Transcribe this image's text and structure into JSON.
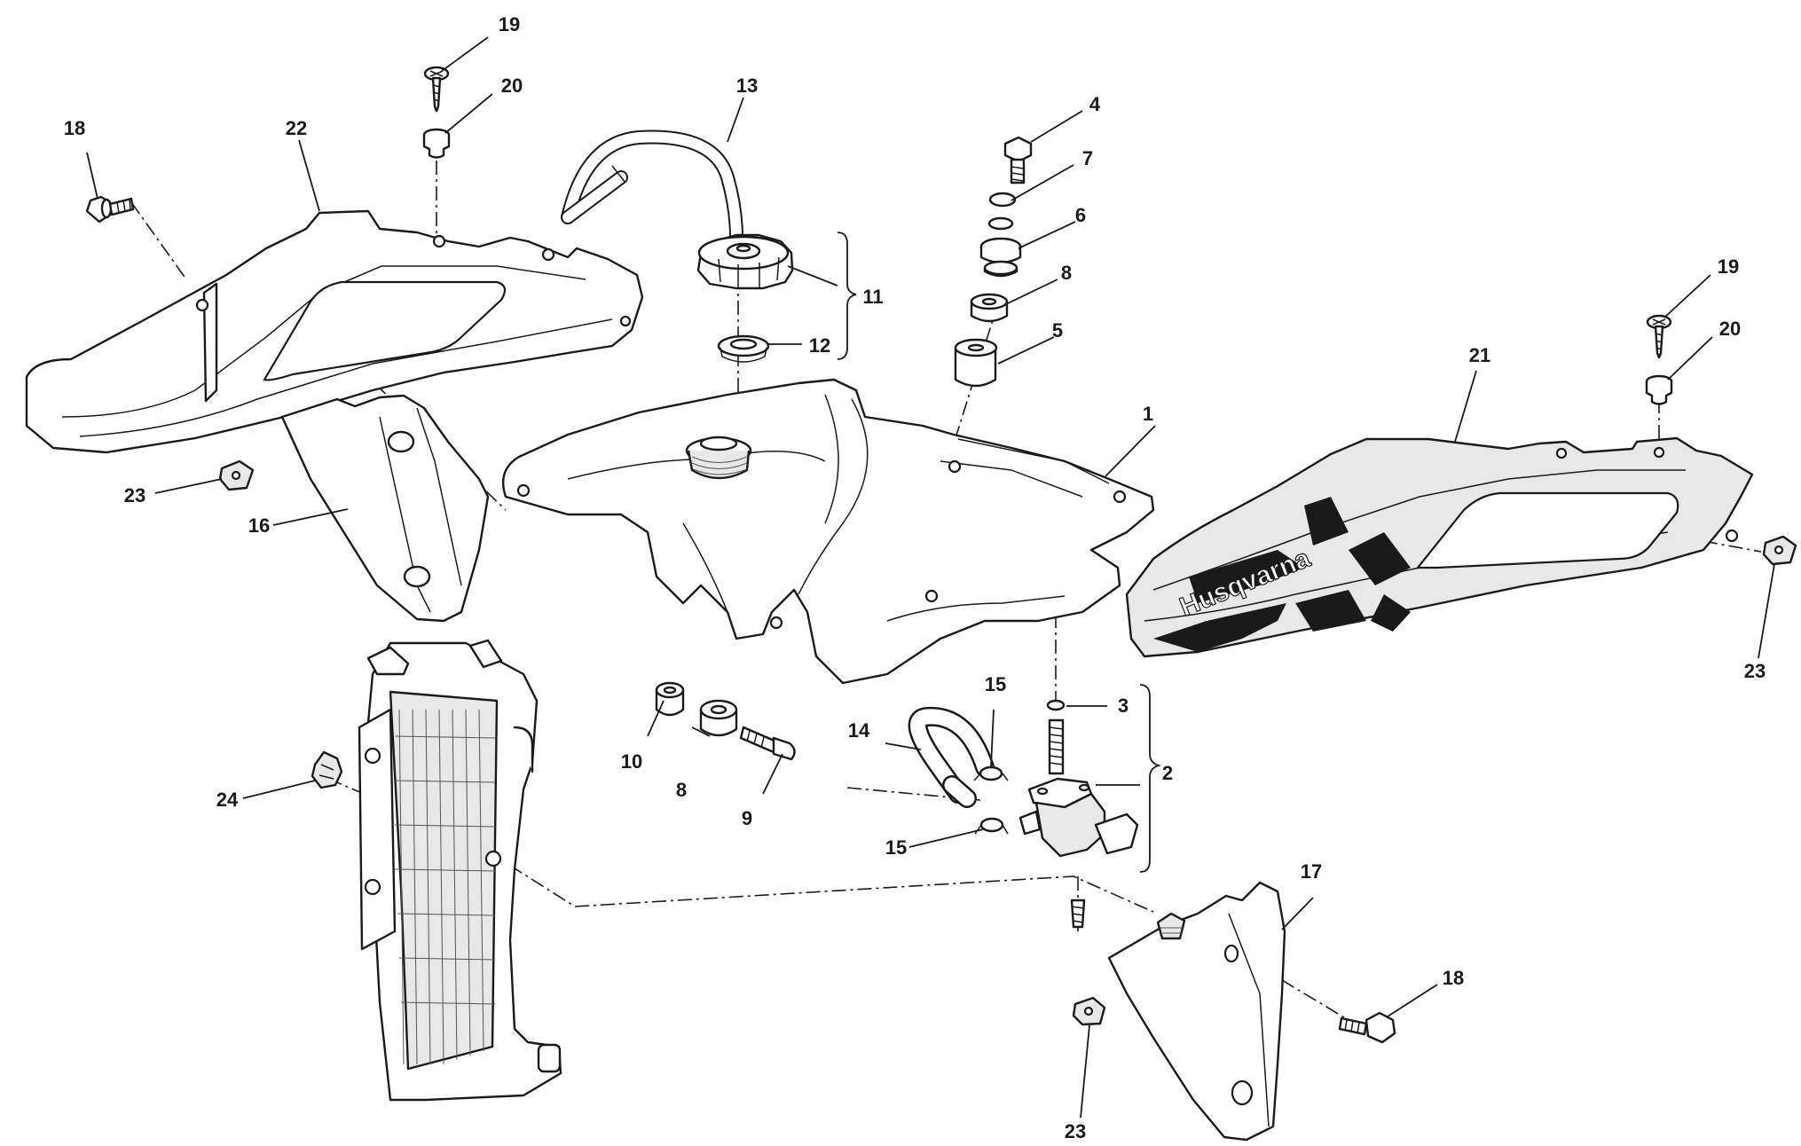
{
  "diagram": {
    "brand_text": "Husqvarna",
    "callouts": {
      "c1": "1",
      "c2": "2",
      "c3": "3",
      "c4": "4",
      "c5": "5",
      "c6": "6",
      "c7": "7",
      "c8a": "8",
      "c8b": "8",
      "c9": "9",
      "c10": "10",
      "c11": "11",
      "c12": "12",
      "c13": "13",
      "c14": "14",
      "c15a": "15",
      "c15b": "15",
      "c16": "16",
      "c17": "17",
      "c18a": "18",
      "c18b": "18",
      "c19a": "19",
      "c19b": "19",
      "c20a": "20",
      "c20b": "20",
      "c21": "21",
      "c22": "22",
      "c23a": "23",
      "c23b": "23",
      "c23c": "23",
      "c24": "24"
    }
  }
}
